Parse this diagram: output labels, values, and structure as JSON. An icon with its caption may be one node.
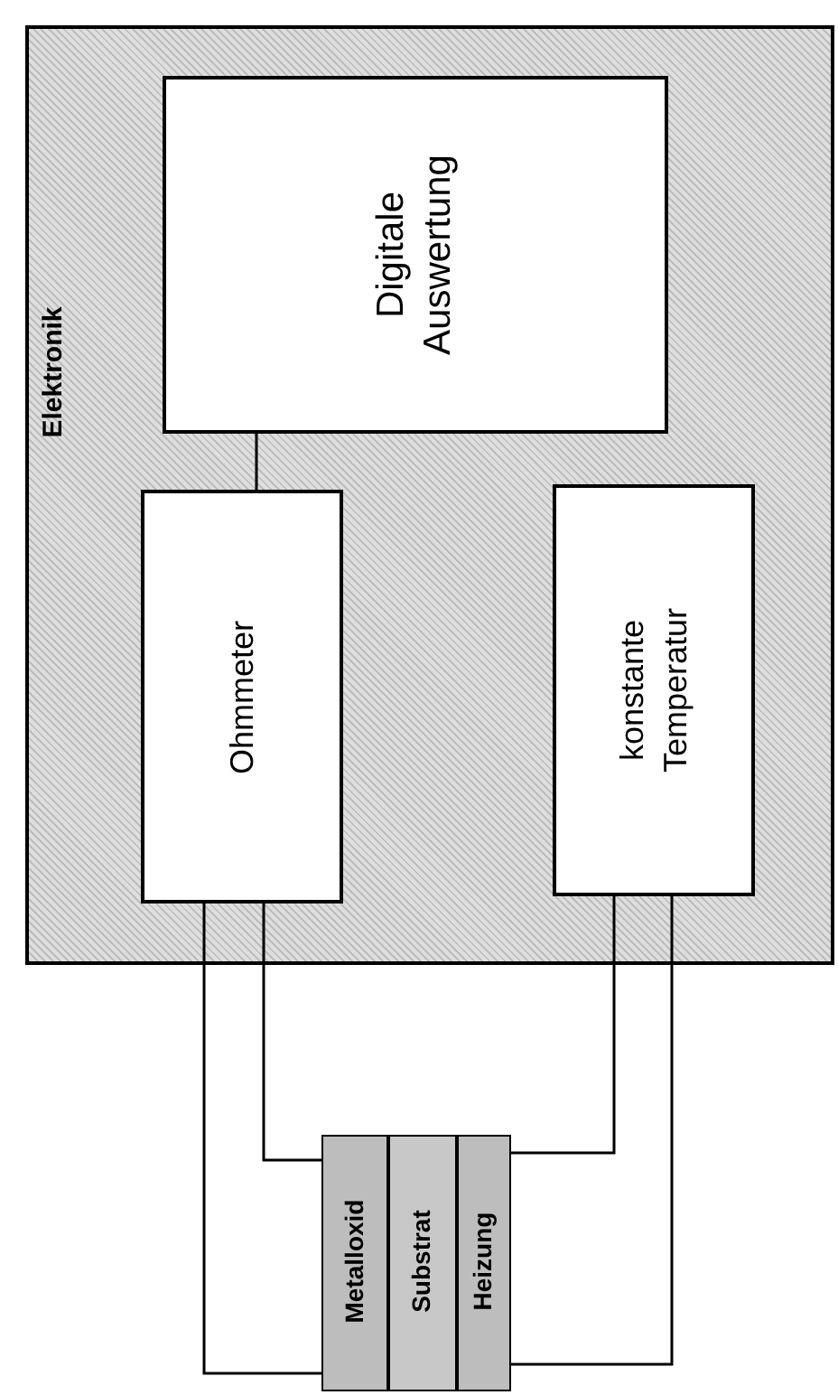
{
  "diagram": {
    "nodes": [
      {
        "text": [
          "Elektronik"
        ]
      },
      {
        "text": [
          "Digitale Auswertung"
        ],
        "in": 0
      },
      {
        "text": [
          "Ohmmeter"
        ],
        "in": 0
      },
      {
        "text": [
          "konstante Temperatur"
        ],
        "in": 0
      },
      {
        "text": [
          "Metalloxid"
        ]
      },
      {
        "text": [
          "Substrat"
        ]
      },
      {
        "text": [
          "Heizung"
        ]
      }
    ],
    "edges": [
      {
        "from": 1,
        "to": 2,
        "arrow": "none"
      },
      {
        "from": 2,
        "to": 4,
        "arrow": "none"
      },
      {
        "from": 2,
        "to": 4,
        "arrow": "none"
      },
      {
        "from": 3,
        "to": 6,
        "arrow": "none"
      },
      {
        "from": 3,
        "to": 6,
        "arrow": "none"
      }
    ]
  }
}
